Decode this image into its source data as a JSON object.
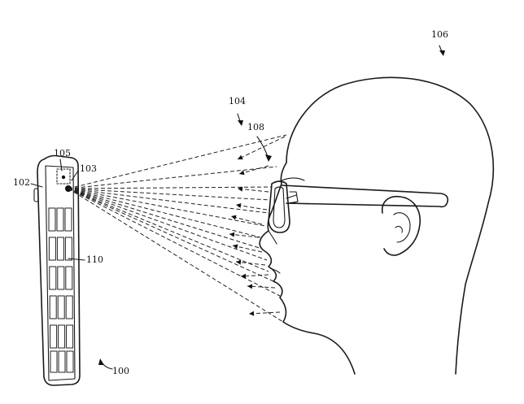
{
  "labels": {
    "device": "100",
    "device_edge": "102",
    "sensor": "103",
    "eyewear": "104",
    "sensor_field": "105",
    "user": "106",
    "reflections": "108",
    "display": "110"
  }
}
